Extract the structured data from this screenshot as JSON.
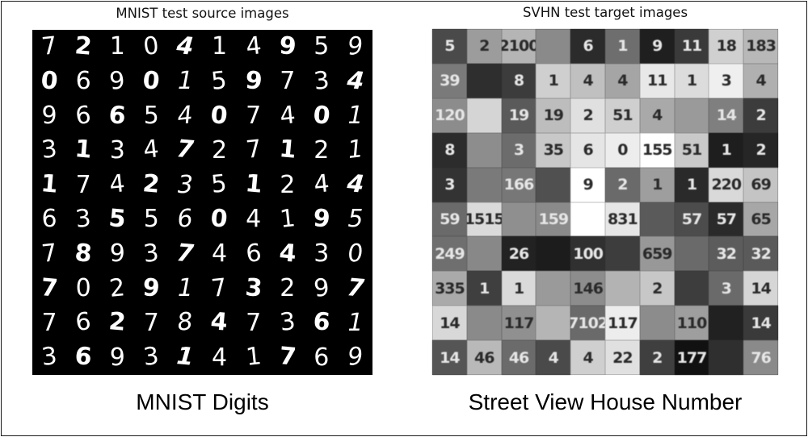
{
  "mnist": {
    "title": "MNIST test source images",
    "caption": "MNIST Digits",
    "digits": [
      [
        "7",
        "2",
        "1",
        "0",
        "4",
        "1",
        "4",
        "9",
        "5",
        "9"
      ],
      [
        "0",
        "6",
        "9",
        "0",
        "1",
        "5",
        "9",
        "7",
        "3",
        "4"
      ],
      [
        "9",
        "6",
        "6",
        "5",
        "4",
        "0",
        "7",
        "4",
        "0",
        "1"
      ],
      [
        "3",
        "1",
        "3",
        "4",
        "7",
        "2",
        "7",
        "1",
        "2",
        "1"
      ],
      [
        "1",
        "7",
        "4",
        "2",
        "3",
        "5",
        "1",
        "2",
        "4",
        "4"
      ],
      [
        "6",
        "3",
        "5",
        "5",
        "6",
        "0",
        "4",
        "1",
        "9",
        "5"
      ],
      [
        "7",
        "8",
        "9",
        "3",
        "7",
        "4",
        "6",
        "4",
        "3",
        "0"
      ],
      [
        "7",
        "0",
        "2",
        "9",
        "1",
        "7",
        "3",
        "2",
        "9",
        "7"
      ],
      [
        "7",
        "6",
        "2",
        "7",
        "8",
        "4",
        "7",
        "3",
        "6",
        "1"
      ],
      [
        "3",
        "6",
        "9",
        "3",
        "1",
        "4",
        "1",
        "7",
        "6",
        "9"
      ]
    ]
  },
  "svhn": {
    "title": "SVHN test target images",
    "caption": "Street View House Number",
    "cells": [
      [
        "5",
        "2",
        "2100",
        "",
        "6",
        "1",
        "9",
        "11",
        "18",
        "183"
      ],
      [
        "39",
        "",
        "8",
        "1",
        "4",
        "4",
        "11",
        "1",
        "3",
        "4"
      ],
      [
        "120",
        "",
        "19",
        "19",
        "2",
        "51",
        "4",
        "",
        "14",
        "2"
      ],
      [
        "8",
        "",
        "3",
        "35",
        "6",
        "0",
        "155",
        "51",
        "1",
        "2"
      ],
      [
        "3",
        "",
        "166",
        "",
        "9",
        "2",
        "1",
        "1",
        "220",
        "69"
      ],
      [
        "59",
        "1515",
        "",
        "159",
        "",
        "831",
        "",
        "57",
        "57",
        "65"
      ],
      [
        "249",
        "",
        "26",
        "",
        "100",
        "",
        "659",
        "",
        "32",
        "32"
      ],
      [
        "335",
        "1",
        "1",
        "",
        "146",
        "",
        "2",
        "",
        "3",
        "14"
      ],
      [
        "14",
        "",
        "117",
        "",
        "7102",
        "117",
        "",
        "110",
        "",
        "14"
      ],
      [
        "14",
        "46",
        "46",
        "4",
        "4",
        "22",
        "2",
        "177",
        "",
        "76"
      ]
    ],
    "shades": [
      [
        "#4a4a4a",
        "#9c9c9c",
        "#b5b5b5",
        "#8a8a8a",
        "#2b2b2b",
        "#6e6e6e",
        "#1f1f1f",
        "#3a3a3a",
        "#d0d0d0",
        "#b8b8b8"
      ],
      [
        "#7a7a7a",
        "#2e2e2e",
        "#3c3c3c",
        "#cfcfcf",
        "#c0c0c0",
        "#a5a5a5",
        "#e8e8e8",
        "#dcdcdc",
        "#efefef",
        "#b0b0b0"
      ],
      [
        "#8c8c8c",
        "#d5d5d5",
        "#5a5a5a",
        "#bdbdbd",
        "#e0e0e0",
        "#cfcfcf",
        "#a9a9a9",
        "#9a9a9a",
        "#7f7f7f",
        "#3c3c3c"
      ],
      [
        "#2c2c2c",
        "#8d8d8d",
        "#6c6c6c",
        "#c8c8c8",
        "#e5e5e5",
        "#ededed",
        "#ffffff",
        "#c9c9c9",
        "#1e1e1e",
        "#262626"
      ],
      [
        "#333333",
        "#7a7a7a",
        "#777777",
        "#505050",
        "#ffffff",
        "#6a6a6a",
        "#9e9e9e",
        "#2a2a2a",
        "#d9d9d9",
        "#c4c4c4"
      ],
      [
        "#6a6a6a",
        "#dadada",
        "#8f8f8f",
        "#8a8a8a",
        "#ffffff",
        "#e6e6e6",
        "#5a5a5a",
        "#4c4c4c",
        "#2a2a2a",
        "#a7a7a7"
      ],
      [
        "#6f6f6f",
        "#888888",
        "#222222",
        "#1c1c1c",
        "#303030",
        "#3d3d3d",
        "#989898",
        "#6a6a6a",
        "#5c5c5c",
        "#5a5a5a"
      ],
      [
        "#aaaaaa",
        "#3f3f3f",
        "#dadada",
        "#9a9a9a",
        "#8d8d8d",
        "#b3b3b3",
        "#c7c7c7",
        "#3d3d3d",
        "#6a6a6a",
        "#d6d6d6"
      ],
      [
        "#d8d8d8",
        "#8a8a8a",
        "#909090",
        "#b5b5b5",
        "#6a6a6a",
        "#ededed",
        "#8c8c8c",
        "#9e9e9e",
        "#212121",
        "#3a3a3a"
      ],
      [
        "#555555",
        "#b9b9b9",
        "#6b6b6b",
        "#4a4a4a",
        "#cfcfcf",
        "#e0e0e0",
        "#3f3f3f",
        "#111111",
        "#2f2f2f",
        "#8a8a8a"
      ]
    ]
  }
}
